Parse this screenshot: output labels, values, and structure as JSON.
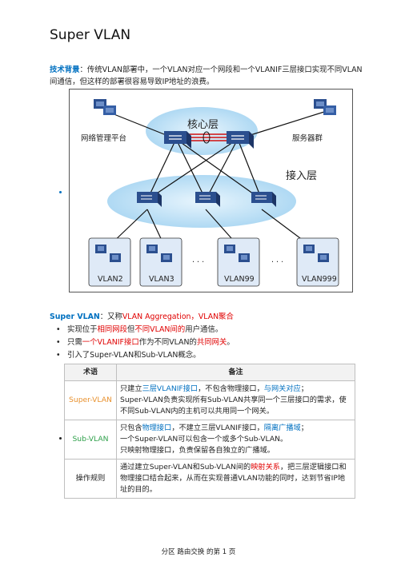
{
  "title": "Super VLAN",
  "background": {
    "label": "技术背景",
    "colon": "：",
    "text": "传统VLAN部署中，一个VLAN对应一个网段和一个VLANIF三层接口实现不同VLAN间通信，但这样的部署很容易导致IP地址的浪费。"
  },
  "diagram": {
    "core_label": "核心层",
    "access_label": "接入层",
    "left_label": "网络管理平台",
    "right_label": "服务器群",
    "vlans": [
      "VLAN2",
      "VLAN3",
      "VLAN99",
      "VLAN999"
    ],
    "dots": ". . .",
    "colors": {
      "ellipse": "#bfe0f5",
      "cable": "#d01010",
      "switch": "#2b4f8f"
    }
  },
  "supervlan": {
    "label": "Super VLAN",
    "colon": "：又称",
    "aka": "VLAN Aggregation，VLAN聚合"
  },
  "bullets": [
    {
      "pre": "实现位于",
      "r1": "相同网段",
      "mid": "但",
      "r2": "不同VLAN间的",
      "post": "用户通信。"
    },
    {
      "pre": "只需",
      "r1": "一个VLANIF接口",
      "mid": "作为不同VLAN的",
      "r2": "共同网关",
      "post": "。"
    },
    {
      "pre": "引入了Super-VLAN和Sub-VLAN概念。",
      "r1": "",
      "mid": "",
      "r2": "",
      "post": ""
    }
  ],
  "table": {
    "headers": [
      "术语",
      "备注"
    ],
    "rows": [
      {
        "term": "Super-VLAN",
        "l1a": "只建立",
        "l1b": "三层VLANIF接口",
        "l1c": "，不包含物理接口，",
        "l1d": "与网关对应",
        "l1e": "；",
        "l2": "Super-VLAN负责实现所有Sub-VLAN共享同一个三层接口的需求，使不同Sub-VLAN内的主机可以共用同一个网关。"
      },
      {
        "term": "Sub-VLAN",
        "l1a": "只包含",
        "l1b": "物理接口",
        "l1c": "，不建立三层VLANIF接口，",
        "l1d": "隔离广播域",
        "l1e": "；",
        "l2": "一个Super-VLAN可以包含一个或多个Sub-VLAN。",
        "l3": "只映射物理接口，负责保留各自独立的广播域。"
      },
      {
        "term": "操作规则",
        "l1a": "通过建立Super-VLAN和Sub-VLAN间的",
        "l1b": "映射关系",
        "l1c": "，把三层逻辑接口和物理接口结合起来，从而在实现普通VLAN功能的同时，达到节省IP地址的目的。"
      }
    ]
  },
  "footer": "分区 路由交换 的第 1 页"
}
